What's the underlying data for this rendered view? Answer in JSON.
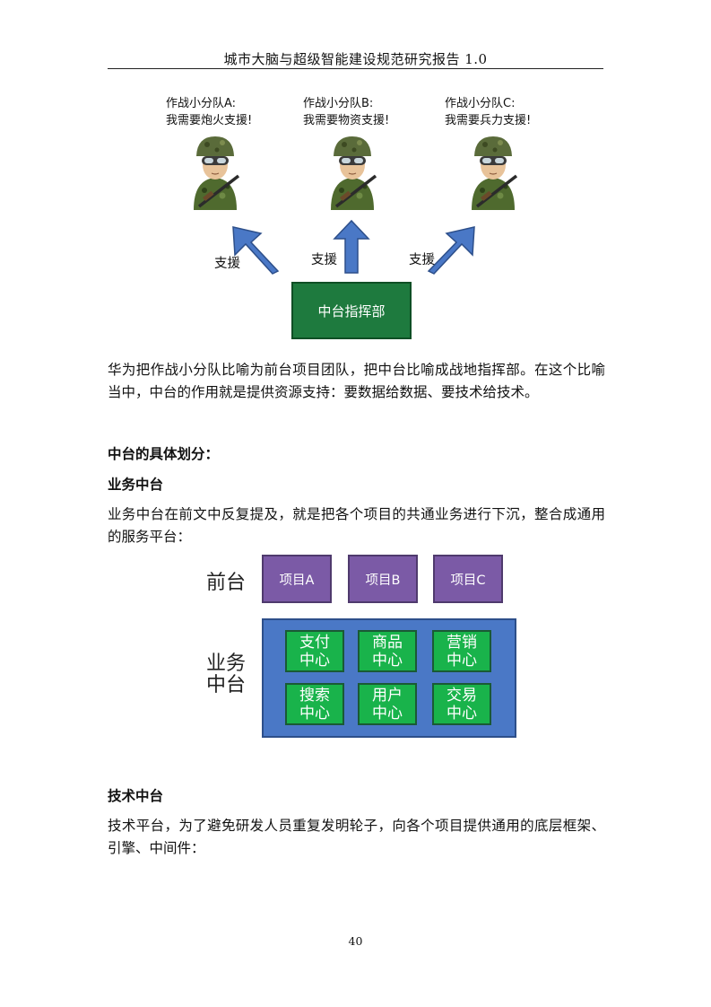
{
  "header": {
    "title": "城市大脑与超级智能建设规范研究报告 1.0"
  },
  "figure1": {
    "squads": [
      {
        "name": "作战小分队A:",
        "request": "我需要炮火支援!"
      },
      {
        "name": "作战小分队B:",
        "request": "我需要物资支援!"
      },
      {
        "name": "作战小分队C:",
        "request": "我需要兵力支援!"
      }
    ],
    "support_labels": [
      "支援",
      "支援",
      "支援"
    ],
    "hq_label": "中台指挥部",
    "colors": {
      "arrow": "#4a78c6",
      "hq": "#1e7a3e",
      "helmet": "#5a6b3a"
    }
  },
  "paragraph1": "华为把作战小分队比喻为前台项目团队，把中台比喻成战地指挥部。在这个比喻当中，中台的作用就是提供资源支持：要数据给数据、要技术给技术。",
  "heading_division": "中台的具体划分：",
  "heading_business": "业务中台",
  "paragraph2": "业务中台在前文中反复提及，就是把各个项目的共通业务进行下沉，整合成通用的服务平台：",
  "figure2": {
    "front_label": "前台",
    "middle_label": "业务\n中台",
    "projects": [
      "项目A",
      "项目B",
      "项目C"
    ],
    "centers": [
      "支付\n中心",
      "商品\n中心",
      "营销\n中心",
      "搜索\n中心",
      "用户\n中心",
      "交易\n中心"
    ],
    "colors": {
      "project": "#7b5aa6",
      "panel": "#4a78c6",
      "center": "#19b34b"
    }
  },
  "heading_tech": "技术中台",
  "paragraph3": "技术平台，为了避免研发人员重复发明轮子，向各个项目提供通用的底层框架、引擎、中间件：",
  "page_number": "40"
}
